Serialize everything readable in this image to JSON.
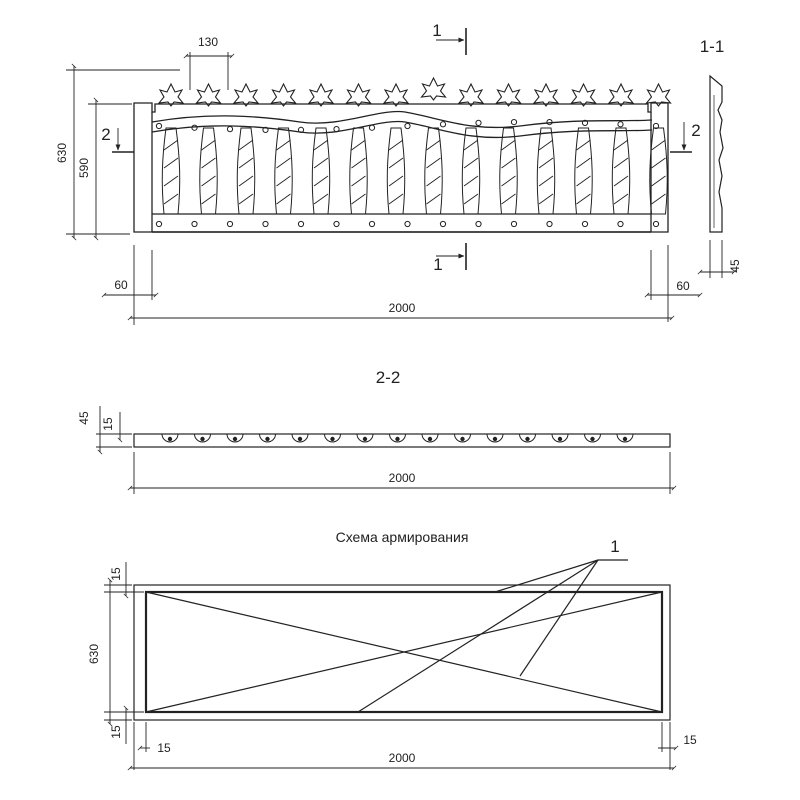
{
  "elevation": {
    "dim_baluster_spacing": "130",
    "dim_total_height": "630",
    "dim_panel_height": "590",
    "dim_left_margin": "60",
    "dim_right_margin": "60",
    "dim_length": "2000",
    "section_mark_top": "1",
    "section_mark_bottom": "1",
    "section_mark_left": "2",
    "section_mark_right": "2"
  },
  "section_1_1": {
    "title": "1-1",
    "dim_thickness": "45"
  },
  "section_2_2": {
    "title": "2-2",
    "dim_thickness": "45",
    "dim_offset": "15",
    "dim_length": "2000"
  },
  "reinforcement": {
    "title": "Схема армирования",
    "callout": "1",
    "dim_top_cover": "15",
    "dim_height": "630",
    "dim_bottom_cover": "15",
    "dim_left_cover": "15",
    "dim_right_cover": "15",
    "dim_length": "2000"
  },
  "colors": {
    "ink": "#222222",
    "paper": "#ffffff"
  }
}
